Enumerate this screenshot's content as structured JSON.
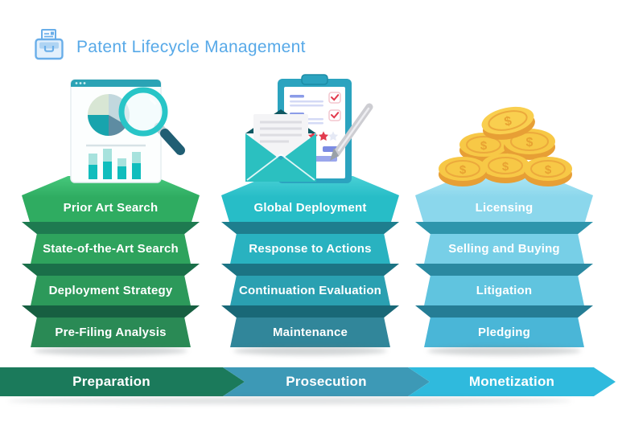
{
  "header": {
    "title": "Patent Lifecycle Management",
    "icon": "archive-box-icon",
    "title_color": "#57A9E8"
  },
  "columns": [
    {
      "name": "preparation",
      "icon": "document-analysis-magnifier-icon",
      "arrow": {
        "label": "Preparation",
        "color": "#1B7A5B"
      },
      "tiers": [
        {
          "label": "Prior Art Search",
          "face": "#2FAC61",
          "platform": "#46C87C",
          "band": "#1E7A50"
        },
        {
          "label": "State-of-the-Art Search",
          "face": "#2EA35D",
          "band": "#1E7A50"
        },
        {
          "label": "Deployment Strategy",
          "face": "#2C995A",
          "band": "#1A6F49"
        },
        {
          "label": "Pre-Filing Analysis",
          "face": "#2A8A55",
          "band": "#175F41"
        }
      ]
    },
    {
      "name": "prosecution",
      "icon": "clipboard-checklist-envelope-icon",
      "arrow": {
        "label": "Prosecution",
        "color": "#3D99B6"
      },
      "tiers": [
        {
          "label": "Global Deployment",
          "face": "#27BDC7",
          "platform": "#49D0D5",
          "band": "#1E7E8E"
        },
        {
          "label": "Response to Actions",
          "face": "#29B2C0",
          "band": "#1E7E8E"
        },
        {
          "label": "Continuation Evaluation",
          "face": "#2AA0B1",
          "band": "#1C7484"
        },
        {
          "label": "Maintenance",
          "face": "#31869A",
          "band": "#196877"
        }
      ]
    },
    {
      "name": "monetization",
      "icon": "gold-coins-icon",
      "arrow": {
        "label": "Monetization",
        "color": "#2FBADD"
      },
      "tiers": [
        {
          "label": "Licensing",
          "face": "#8BD7EC",
          "platform": "#ABE5F4",
          "band": "#2E95AC"
        },
        {
          "label": "Selling and Buying",
          "face": "#77CFE7",
          "band": "#2E95AC"
        },
        {
          "label": "Litigation",
          "face": "#60C4DF",
          "band": "#2A89A1"
        },
        {
          "label": "Pledging",
          "face": "#4AB6D7",
          "band": "#257D95"
        }
      ]
    }
  ]
}
